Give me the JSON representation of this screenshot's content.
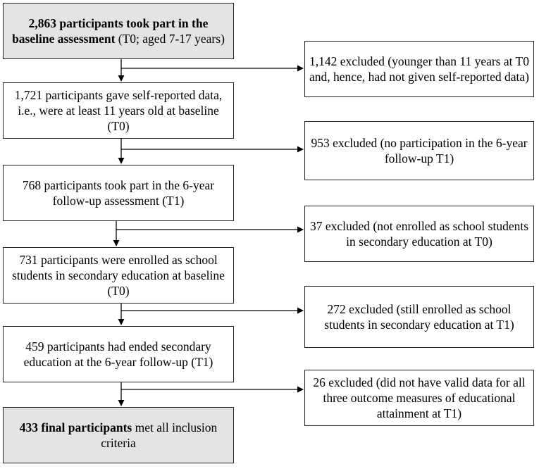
{
  "diagram": {
    "main_steps": [
      {
        "bold": "2,863 participants took part in the baseline assessment",
        "text": " (T0; aged 7-17 years)"
      },
      {
        "bold": "",
        "text": "1,721 participants gave self-reported data, i.e., were at least 11 years old at baseline (T0)"
      },
      {
        "bold": "",
        "text": "768 participants took part in the 6-year follow-up assessment (T1)"
      },
      {
        "bold": "",
        "text": "731 participants were enrolled as school students in secondary education at baseline (T0)"
      },
      {
        "bold": "",
        "text": "459 participants had ended secondary education at the 6-year follow-up (T1)"
      },
      {
        "bold": "433 final participants",
        "text": " met all inclusion criteria"
      }
    ],
    "exclusions": [
      "1,142 excluded (younger than 11 years at T0 and, hence, had not given self-reported data)",
      "953 excluded (no participation in the 6-year follow-up T1)",
      "37 excluded (not enrolled as school students in secondary education at T0)",
      "272 excluded (still enrolled as school students in secondary education at T1)",
      "26 excluded (did not have valid data for all three outcome measures of educational attainment at T1)"
    ]
  }
}
